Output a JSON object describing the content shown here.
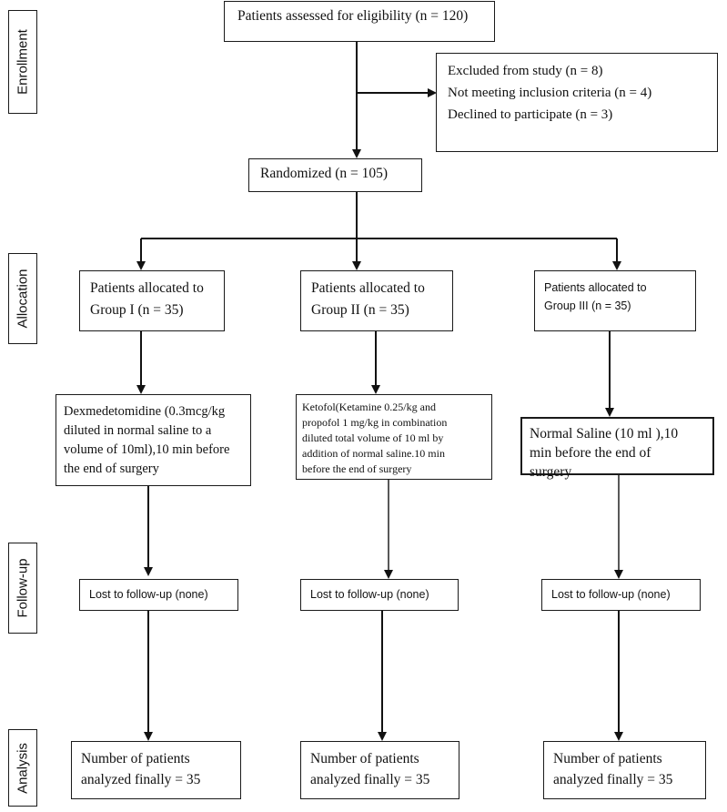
{
  "stages": {
    "enrollment": "Enrollment",
    "allocation": "Allocation",
    "follow_up": "Follow-up",
    "analysis": "Analysis"
  },
  "assessed": "Patients assessed for eligibility (n = 120)",
  "excluded": {
    "line1": "Excluded from study (n = 8)",
    "line2": "Not meeting inclusion criteria (n = 4)",
    "line3": "Declined to participate (n = 3)"
  },
  "randomized": "Randomized (n = 105)",
  "groups": [
    {
      "allocated": [
        "Patients allocated to",
        "Group I (n = 35)"
      ],
      "intervention": [
        "Dexmedetomidine (0.3mcg/kg",
        "diluted in normal saline to a",
        "volume of 10ml),10 min before",
        "the end of surgery"
      ],
      "lost": "Lost to follow-up (none)",
      "analyzed": [
        "Number of patients",
        "analyzed finally = 35"
      ]
    },
    {
      "allocated": [
        "Patients allocated to",
        "Group II (n = 35)"
      ],
      "intervention": [
        "Ketofol(Ketamine 0.25/kg and",
        "propofol 1 mg/kg in combination",
        "diluted total volume of 10 ml by",
        "addition of normal saline.10 min",
        "before the end of surgery"
      ],
      "lost": "Lost to follow-up (none)",
      "analyzed": [
        "Number of patients",
        "analyzed finally = 35"
      ]
    },
    {
      "allocated": [
        "Patients allocated to",
        "Group III (n = 35)"
      ],
      "intervention": [
        "Normal Saline (10 ml ),10",
        "min before the end of",
        "surgery"
      ],
      "lost": "Lost to follow-up (none)",
      "analyzed": [
        "Number of patients",
        "analyzed finally = 35"
      ]
    }
  ]
}
